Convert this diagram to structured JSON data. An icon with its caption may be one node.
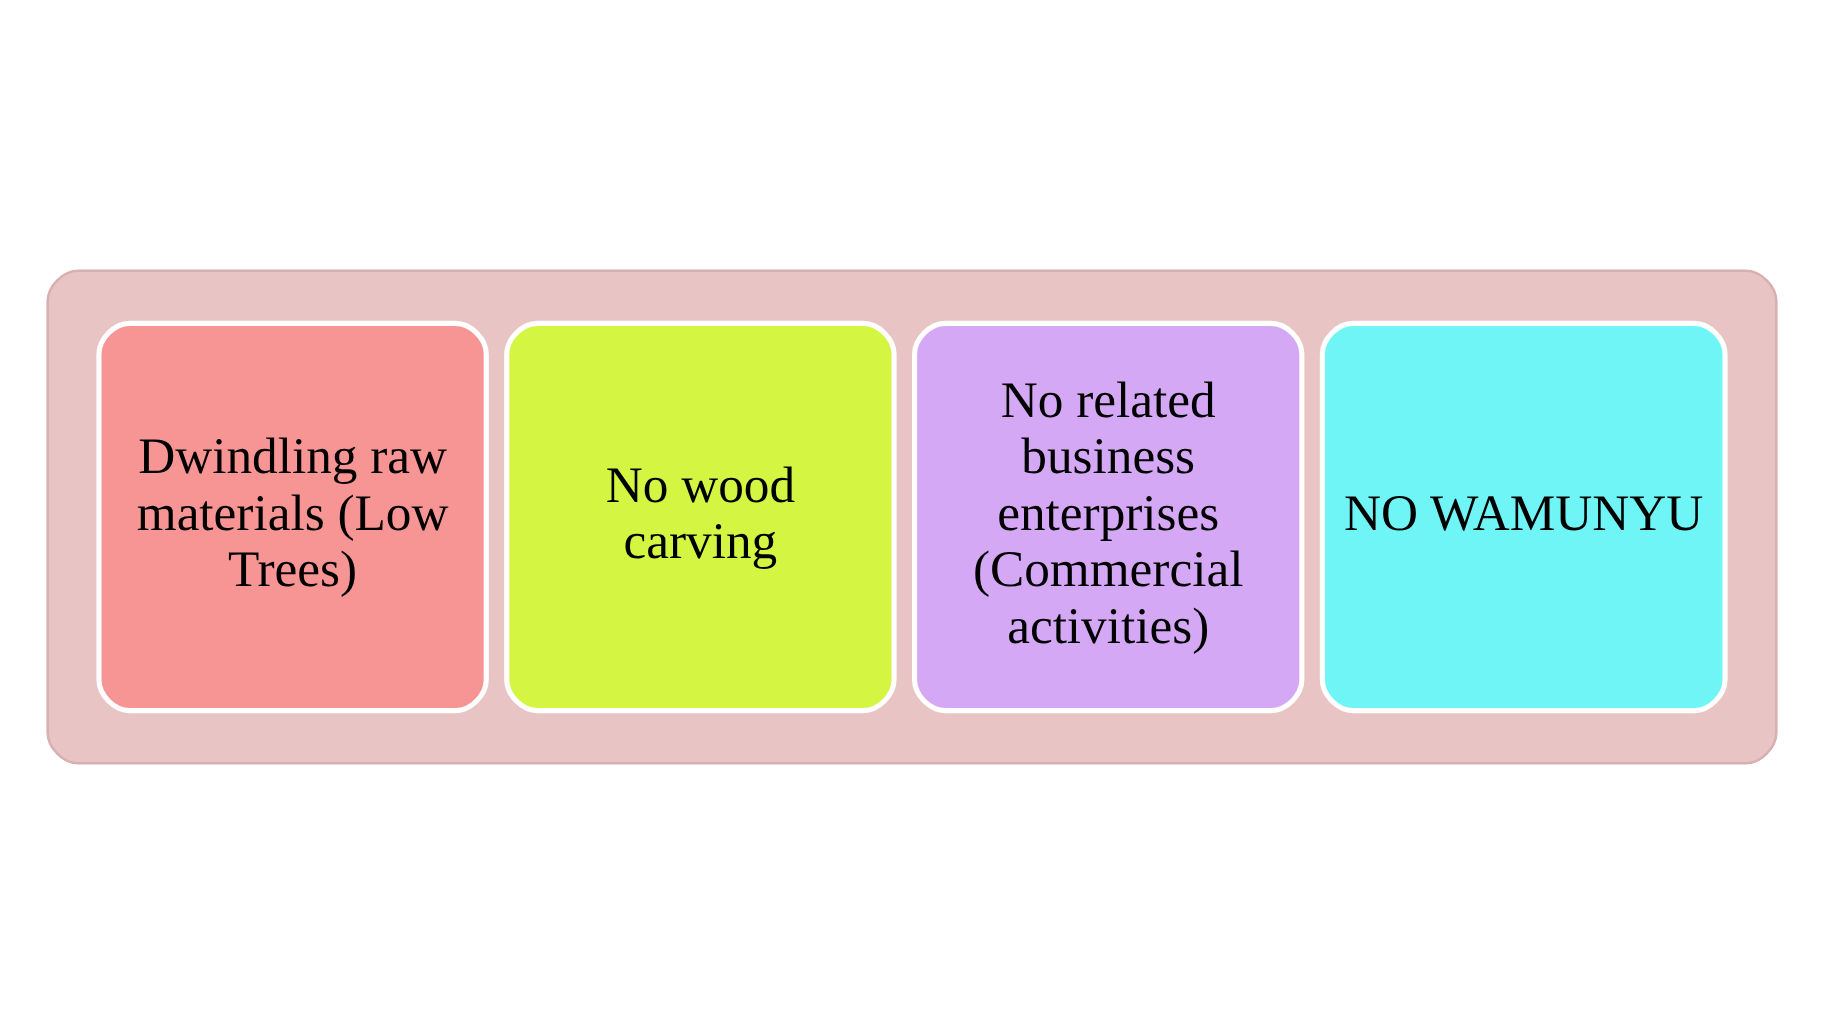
{
  "diagram": {
    "nodes": [
      {
        "text": [],
        "shape": "arrow"
      },
      {
        "text": [
          "Dwindling raw materials (Low Trees)"
        ],
        "in": 0
      },
      {
        "text": [
          "No wood carving"
        ],
        "in": 0
      },
      {
        "text": [
          "No related business enterprises (Commercial activities)"
        ],
        "in": 0
      },
      {
        "text": [
          "NO WAMUNYU"
        ],
        "in": 0
      }
    ]
  }
}
